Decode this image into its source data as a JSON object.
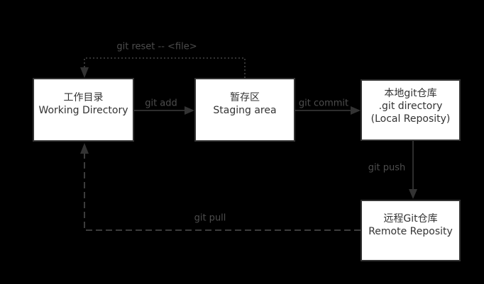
{
  "diagram": {
    "colors": {
      "background": "#000000",
      "node_fill": "#ffffff",
      "node_border": "#333333",
      "node_text": "#333333",
      "edge_line": "#3c3c3c",
      "edge_label": "#4d4d4d"
    },
    "nodes": {
      "working": {
        "zh": "工作目录",
        "en": "Working Directory"
      },
      "staging": {
        "zh": "暂存区",
        "en": "Staging area"
      },
      "local": {
        "zh": "本地git仓库",
        "en1": ".git directory",
        "en2": "(Local Reposity)"
      },
      "remote": {
        "zh": "远程Git仓库",
        "en": "Remote Reposity"
      }
    },
    "edges": {
      "add": {
        "label": "git add"
      },
      "commit": {
        "label": "git commit"
      },
      "reset": {
        "label": "git reset -- <file>"
      },
      "push": {
        "label": "git push"
      },
      "pull": {
        "label": "git pull"
      }
    }
  }
}
